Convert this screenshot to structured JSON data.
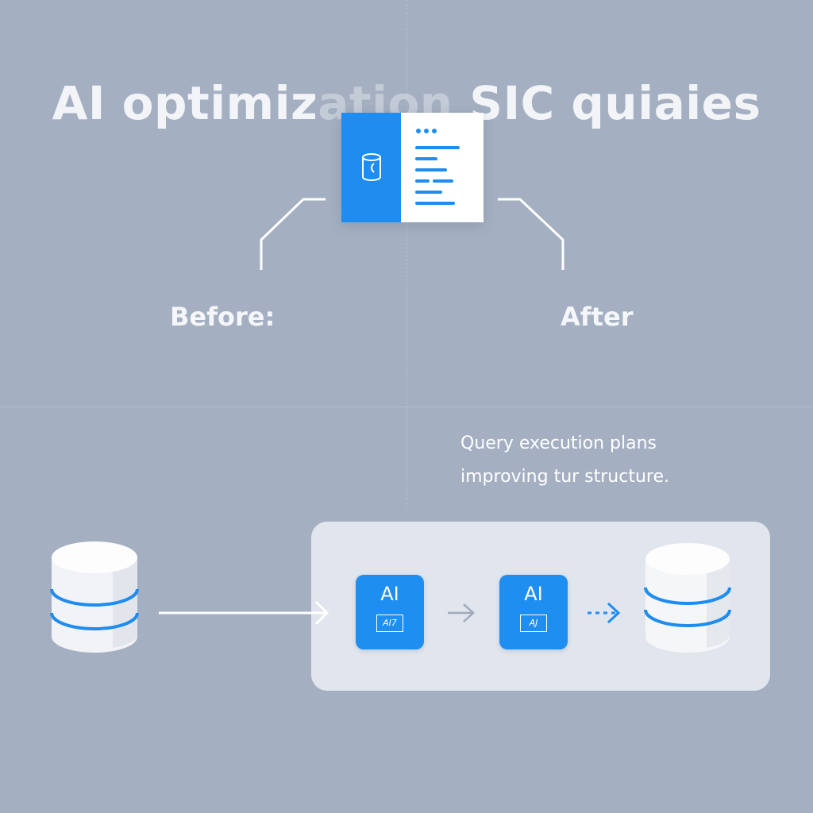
{
  "title": {
    "part1": "AI optimiz",
    "part2": "ation",
    "part3": " SIC quiaies"
  },
  "labels": {
    "before": "Before:",
    "after": "After"
  },
  "caption": {
    "line1": "Query execution plans",
    "line2": "improving tur structure."
  },
  "ai_boxes": [
    {
      "label": "AI",
      "chip": "AI7"
    },
    {
      "label": "AI",
      "chip": "AJ"
    }
  ],
  "colors": {
    "background": "#a4b0c2",
    "accent": "#1f8cf0",
    "panel": "#eceff4"
  },
  "icons": {
    "card_icon": "database-cylinder-icon",
    "source_db": "database-icon",
    "target_db": "database-icon",
    "solid_arrow": "arrow-right-icon",
    "chevron": "chevron-right-icon",
    "dashed_arrow": "dashed-arrow-right-icon"
  }
}
